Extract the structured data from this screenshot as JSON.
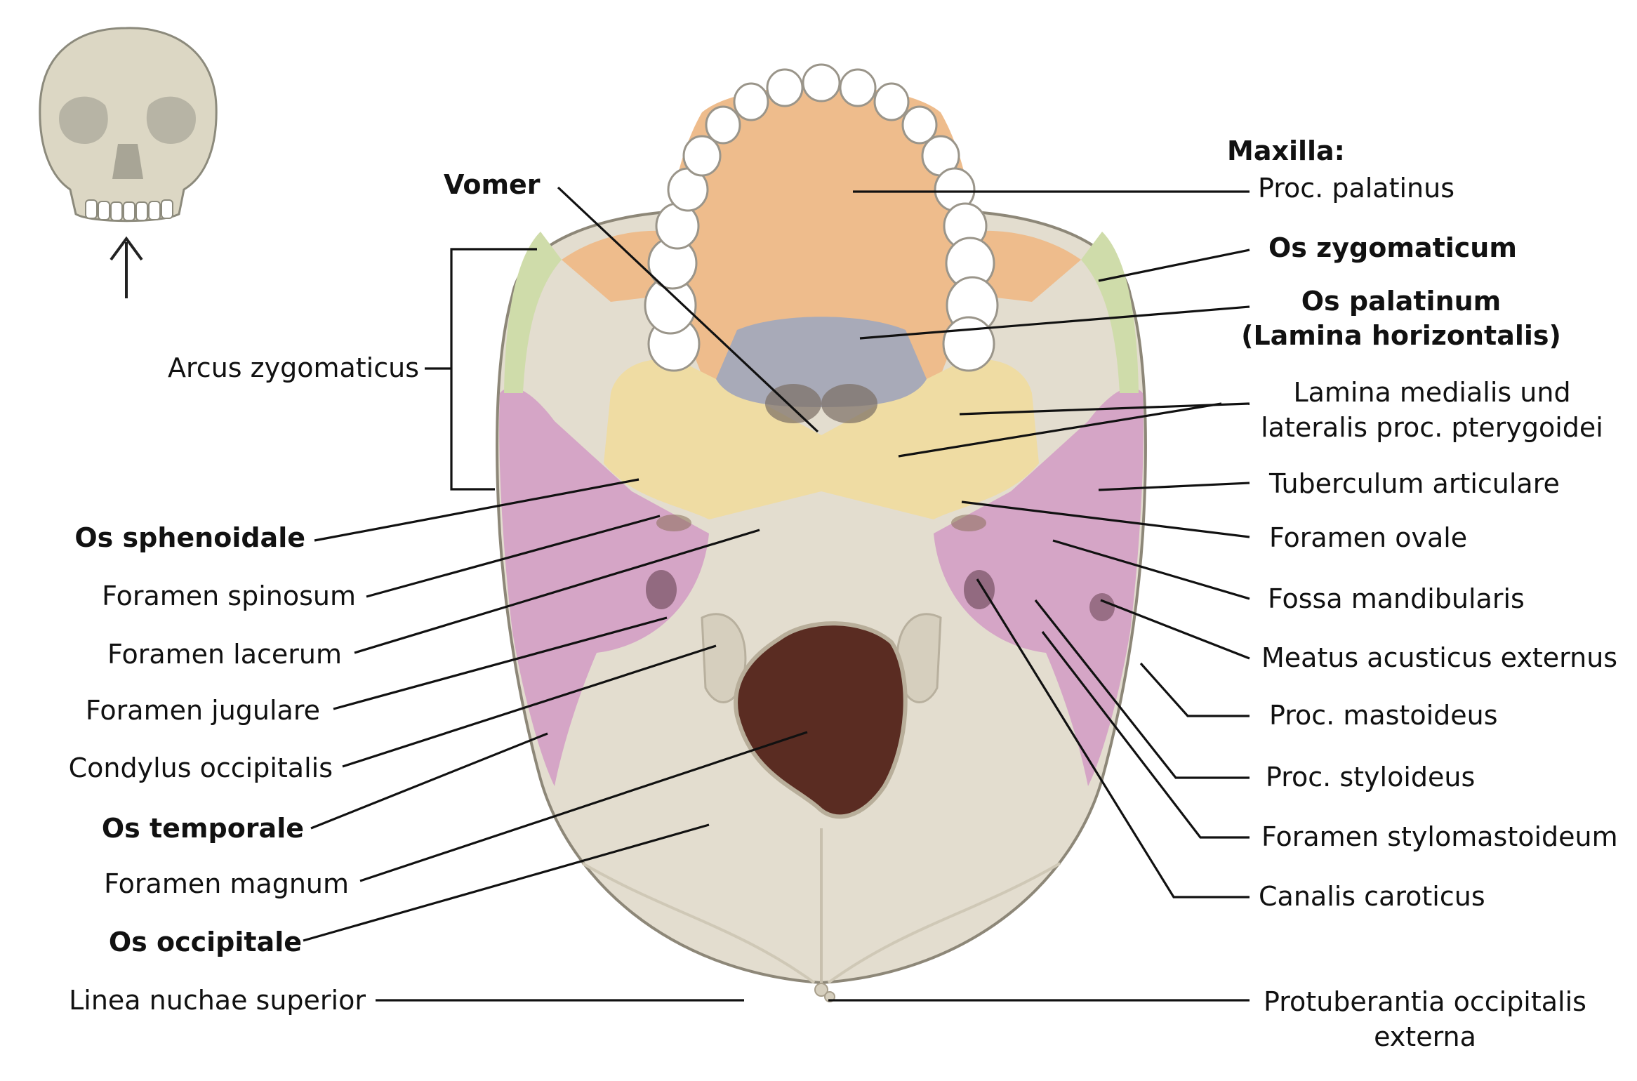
{
  "labels": {
    "maxilla": "Maxilla:",
    "proc_palatinus": "Proc. palatinus",
    "os_zygomaticum": "Os zygomaticum",
    "os_palatinum_1": "Os palatinum",
    "os_palatinum_2": "(Lamina horizontalis)",
    "lamina_1": "Lamina medialis und",
    "lamina_2": "lateralis proc. pterygoidei",
    "tuberculum": "Tuberculum articulare",
    "foramen_ovale": "Foramen ovale",
    "fossa_mandibularis": "Fossa mandibularis",
    "meatus": "Meatus acusticus externus",
    "proc_mastoideus": "Proc. mastoideus",
    "proc_styloideus": "Proc. styloideus",
    "foramen_stylomastoideum": "Foramen stylomastoideum",
    "canalis_caroticus": "Canalis caroticus",
    "protuberantia_1": "Protuberantia occipitalis",
    "protuberantia_2": "externa",
    "vomer": "Vomer",
    "arcus_zygomaticus": "Arcus zygomaticus",
    "os_sphenoidale": "Os sphenoidale",
    "foramen_spinosum": "Foramen spinosum",
    "foramen_lacerum": "Foramen lacerum",
    "foramen_jugulare": "Foramen jugulare",
    "condylus": "Condylus occipitalis",
    "os_temporale": "Os temporale",
    "foramen_magnum": "Foramen magnum",
    "os_occipitale": "Os occipitale",
    "linea_nuchae": "Linea nuchae superior"
  },
  "colors": {
    "maxilla": "#eebc8c",
    "zygomatic": "#cfdcaa",
    "palatine": "#a8aab8",
    "sphenoid": "#efdca3",
    "temporal": "#d5a5c6",
    "occipital": "#e3ddcf",
    "foramen_magnum": "#5a2c22",
    "teeth": "#ffffff"
  },
  "icons": {
    "orientation": "skull-front-view-icon",
    "arrow": "arrow-up-icon"
  }
}
